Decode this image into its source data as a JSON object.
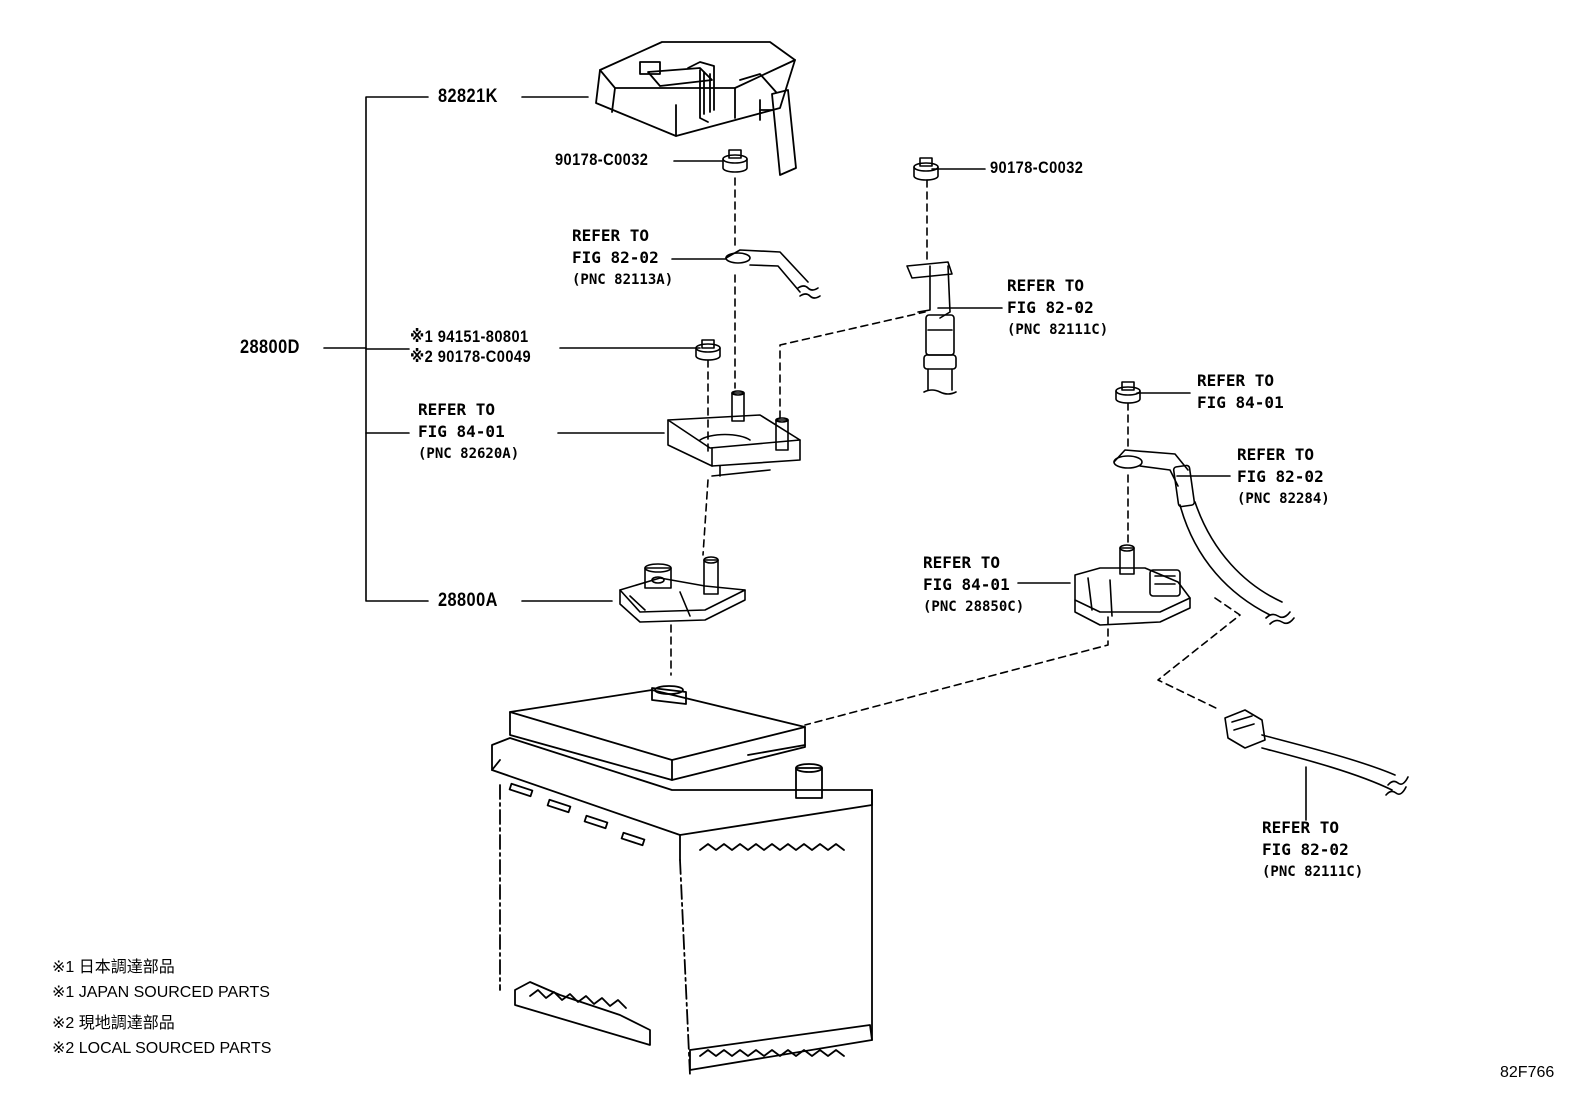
{
  "labels": {
    "p82821K": "82821K",
    "p28800D": "28800D",
    "p28800A": "28800A",
    "bolt_top": "90178-C0032",
    "bolt_right": "90178-C0032",
    "nut_opt1": "※1 94151-80801",
    "nut_opt2": "※2 90178-C0049"
  },
  "refs": {
    "r82113A": {
      "l1": "REFER TO",
      "l2": "FIG 82-02",
      "l3": "(PNC 82113A)"
    },
    "r82111C_top": {
      "l1": "REFER TO",
      "l2": "FIG 82-02",
      "l3": "(PNC 82111C)"
    },
    "r82620A": {
      "l1": "REFER TO",
      "l2": "FIG 84-01",
      "l3": "(PNC 82620A)"
    },
    "r8401_bolt": {
      "l1": "REFER TO",
      "l2": "FIG 84-01"
    },
    "r82284": {
      "l1": "REFER TO",
      "l2": "FIG 82-02",
      "l3": "(PNC 82284)"
    },
    "r28850C": {
      "l1": "REFER TO",
      "l2": "FIG 84-01",
      "l3": "(PNC 28850C)"
    },
    "r82111C_bottom": {
      "l1": "REFER TO",
      "l2": "FIG 82-02",
      "l3": "(PNC 82111C)"
    }
  },
  "notes": {
    "n1_jp": "※1 日本調達部品",
    "n1_en": "※1 JAPAN SOURCED PARTS",
    "n2_jp": "※2 現地調達部品",
    "n2_en": "※2 LOCAL SOURCED PARTS"
  },
  "figure_code": "82F766"
}
